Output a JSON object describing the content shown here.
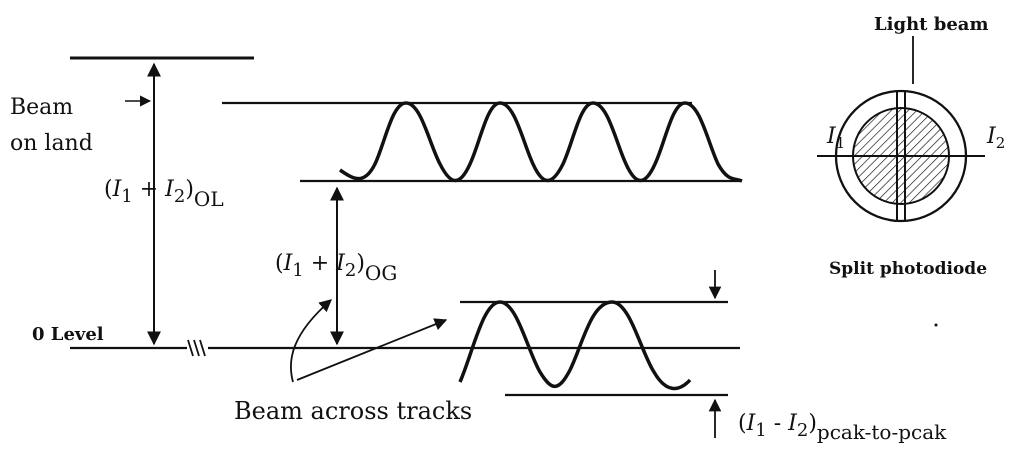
{
  "labels": {
    "beam_on_land_line1": "Beam",
    "beam_on_land_line2": "on land",
    "zero_level": "0 Level",
    "beam_across_tracks": "Beam across tracks",
    "light_beam": "Light beam",
    "split_photodiode": "Split photodiode",
    "i1": "I",
    "i1_sub": "1",
    "i2": "I",
    "i2_sub": "2"
  },
  "expressions": {
    "ol": {
      "open": "(",
      "i": "I",
      "sub1": "1",
      "plus": " + ",
      "i2": "I",
      "sub2": "2",
      "close": ")",
      "tail": "OL"
    },
    "og": {
      "open": "(",
      "i": "I",
      "sub1": "1",
      "plus": " + ",
      "i2": "I",
      "sub2": "2",
      "close": ")",
      "tail": "OG"
    },
    "pp": {
      "open": "(",
      "i": "I",
      "sub1": "1",
      "minus": " - ",
      "i2": "I",
      "sub2": "2",
      "close": ")",
      "tail": "pcak-to-pcak"
    }
  },
  "colors": {
    "ink": "#111111",
    "background": "#ffffff"
  }
}
